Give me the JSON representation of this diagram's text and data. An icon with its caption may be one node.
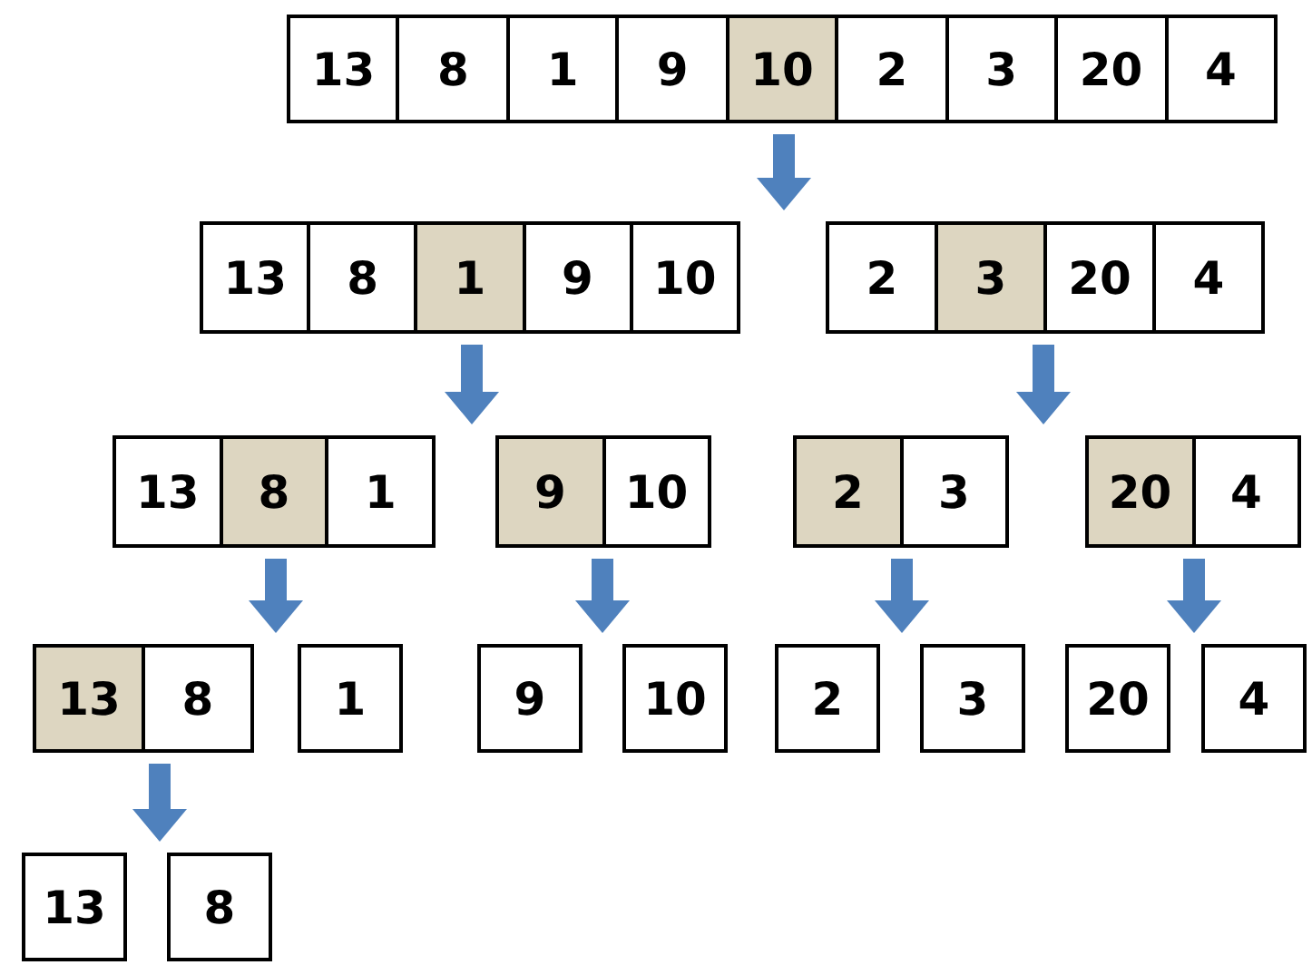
{
  "diagram": {
    "nodes": [
      {
        "text": [
          "13",
          "8",
          "1",
          "9",
          "10",
          "2",
          "3",
          "20",
          "4"
        ]
      },
      {
        "text": [
          "13",
          "8",
          "1",
          "9",
          "10"
        ]
      },
      {
        "text": [
          "2",
          "3",
          "20",
          "4"
        ]
      },
      {
        "text": [
          "13",
          "8",
          "1"
        ]
      },
      {
        "text": [
          "9",
          "10"
        ]
      },
      {
        "text": [
          "2",
          "3"
        ]
      },
      {
        "text": [
          "20",
          "4"
        ]
      },
      {
        "text": [
          "13",
          "8"
        ]
      },
      {
        "text": [
          "1"
        ]
      },
      {
        "text": [
          "9"
        ]
      },
      {
        "text": [
          "10"
        ]
      },
      {
        "text": [
          "2"
        ]
      },
      {
        "text": [
          "3"
        ]
      },
      {
        "text": [
          "20"
        ]
      },
      {
        "text": [
          "4"
        ]
      },
      {
        "text": [
          "13"
        ]
      },
      {
        "text": [
          "8"
        ]
      }
    ],
    "edges": [
      {
        "from": 0,
        "to": 1,
        "arrow": "to"
      },
      {
        "from": 0,
        "to": 2,
        "arrow": "to"
      },
      {
        "from": 1,
        "to": 3,
        "arrow": "to"
      },
      {
        "from": 1,
        "to": 4,
        "arrow": "to"
      },
      {
        "from": 2,
        "to": 5,
        "arrow": "to"
      },
      {
        "from": 2,
        "to": 6,
        "arrow": "to"
      },
      {
        "from": 3,
        "to": 7,
        "arrow": "to"
      },
      {
        "from": 3,
        "to": 8,
        "arrow": "to"
      },
      {
        "from": 4,
        "to": 9,
        "arrow": "to"
      },
      {
        "from": 4,
        "to": 10,
        "arrow": "to"
      },
      {
        "from": 5,
        "to": 11,
        "arrow": "to"
      },
      {
        "from": 5,
        "to": 12,
        "arrow": "to"
      },
      {
        "from": 6,
        "to": 13,
        "arrow": "to"
      },
      {
        "from": 6,
        "to": 14,
        "arrow": "to"
      },
      {
        "from": 7,
        "to": 15,
        "arrow": "to"
      },
      {
        "from": 7,
        "to": 16,
        "arrow": "to"
      }
    ]
  }
}
